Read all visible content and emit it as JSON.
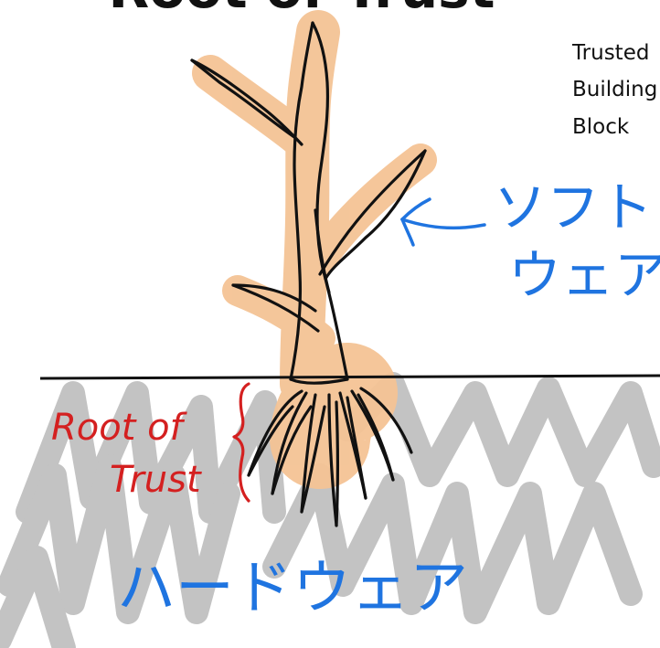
{
  "title": "Root of Trust",
  "labels": {
    "trusted_block_lines": [
      "Trusted",
      "Building",
      "Block"
    ],
    "software": [
      "ソフト",
      "ウェア"
    ],
    "root_of_trust": [
      "Root of",
      "Trust"
    ],
    "hardware": "ハードウェア"
  },
  "colors": {
    "highlight": "#f4c395",
    "ground_scribble": "#b8b8b8",
    "ink": "#111111",
    "red_label": "#d42020",
    "blue_label": "#1f74e0"
  },
  "icons": {
    "software_arrow": "arrow-left-icon",
    "root_brace": "curly-brace-icon"
  }
}
